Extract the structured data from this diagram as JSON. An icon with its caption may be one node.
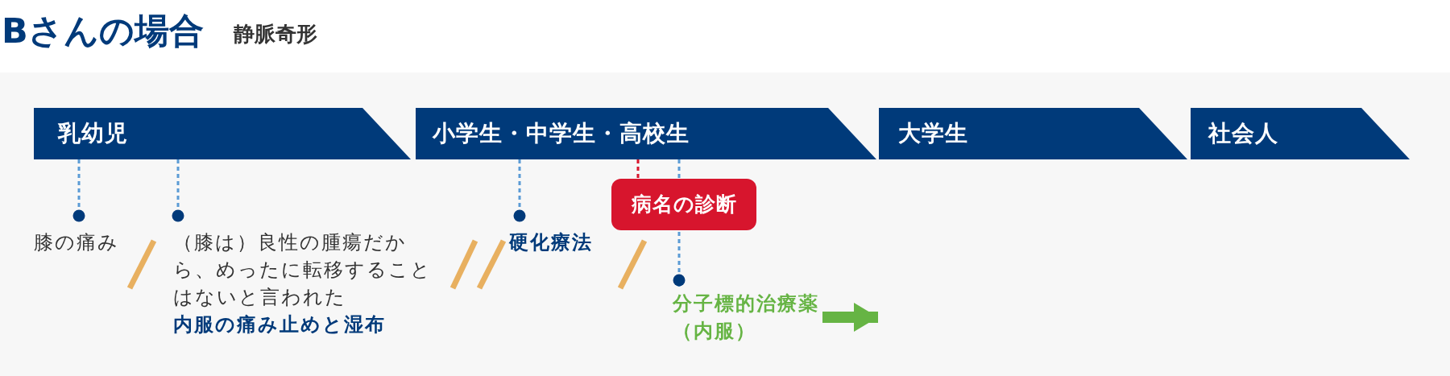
{
  "diagram": {
    "title": "Bさんの場合",
    "nodes": [
      {
        "text": [
          "乳幼児"
        ]
      },
      {
        "text": [
          "小学生・中学生・高校生"
        ]
      },
      {
        "text": [
          "大学生"
        ]
      },
      {
        "text": [
          "社会人"
        ]
      },
      {
        "text": [
          "膝の痛み"
        ]
      },
      {
        "text": [
          "（膝は）良性の腫瘍だから、めったに転移することはないと言われた",
          "内服の痛み止めと湿布"
        ]
      },
      {
        "text": [
          "硬化療法"
        ]
      },
      {
        "text": [
          "病名の診断"
        ]
      },
      {
        "text": [
          "分子標的治療薬（内服）"
        ]
      }
    ],
    "edges": [
      {
        "from": 0,
        "to": 4,
        "arrow": "other",
        "style": "dashed"
      },
      {
        "from": 0,
        "to": 5,
        "arrow": "other",
        "style": "dashed"
      },
      {
        "from": 1,
        "to": 6,
        "arrow": "other",
        "style": "dashed"
      },
      {
        "from": 1,
        "to": 7,
        "arrow": "none",
        "style": "dashed",
        "color": "#d7152d"
      },
      {
        "from": 1,
        "to": 8,
        "arrow": "other",
        "style": "dashed"
      },
      {
        "from": 8,
        "to": null,
        "arrow": "to",
        "style": "thick",
        "color": "#66b444"
      }
    ],
    "labels": [
      "静脈奇形"
    ]
  }
}
